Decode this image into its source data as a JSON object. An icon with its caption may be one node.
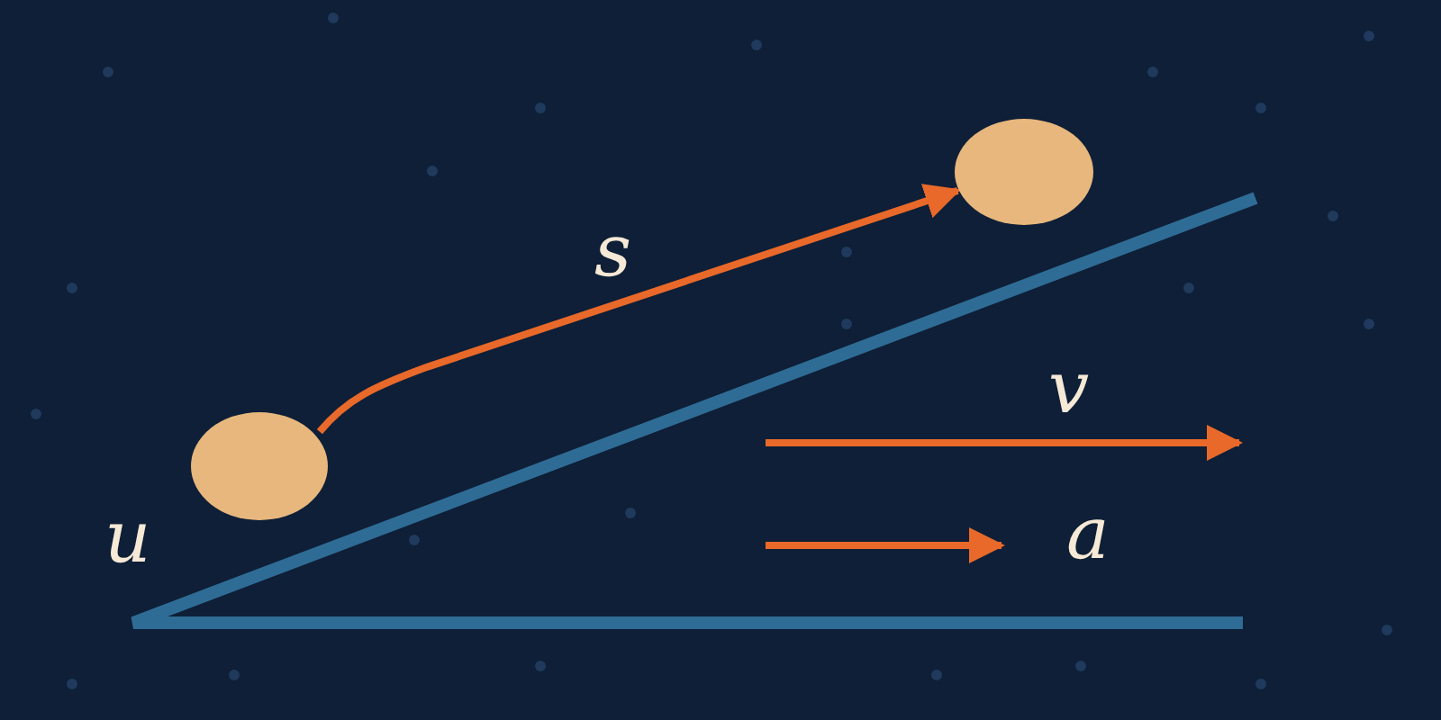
{
  "diagram": {
    "nodes": [
      {
        "text": [],
        "shape": "circle",
        "beside": [
          "u"
        ]
      },
      {
        "text": [],
        "shape": "circle"
      }
    ],
    "edges": [
      {
        "from": 0,
        "to": 1,
        "arrow": "to",
        "label": "s"
      }
    ],
    "labels": [
      "v",
      "a"
    ]
  }
}
